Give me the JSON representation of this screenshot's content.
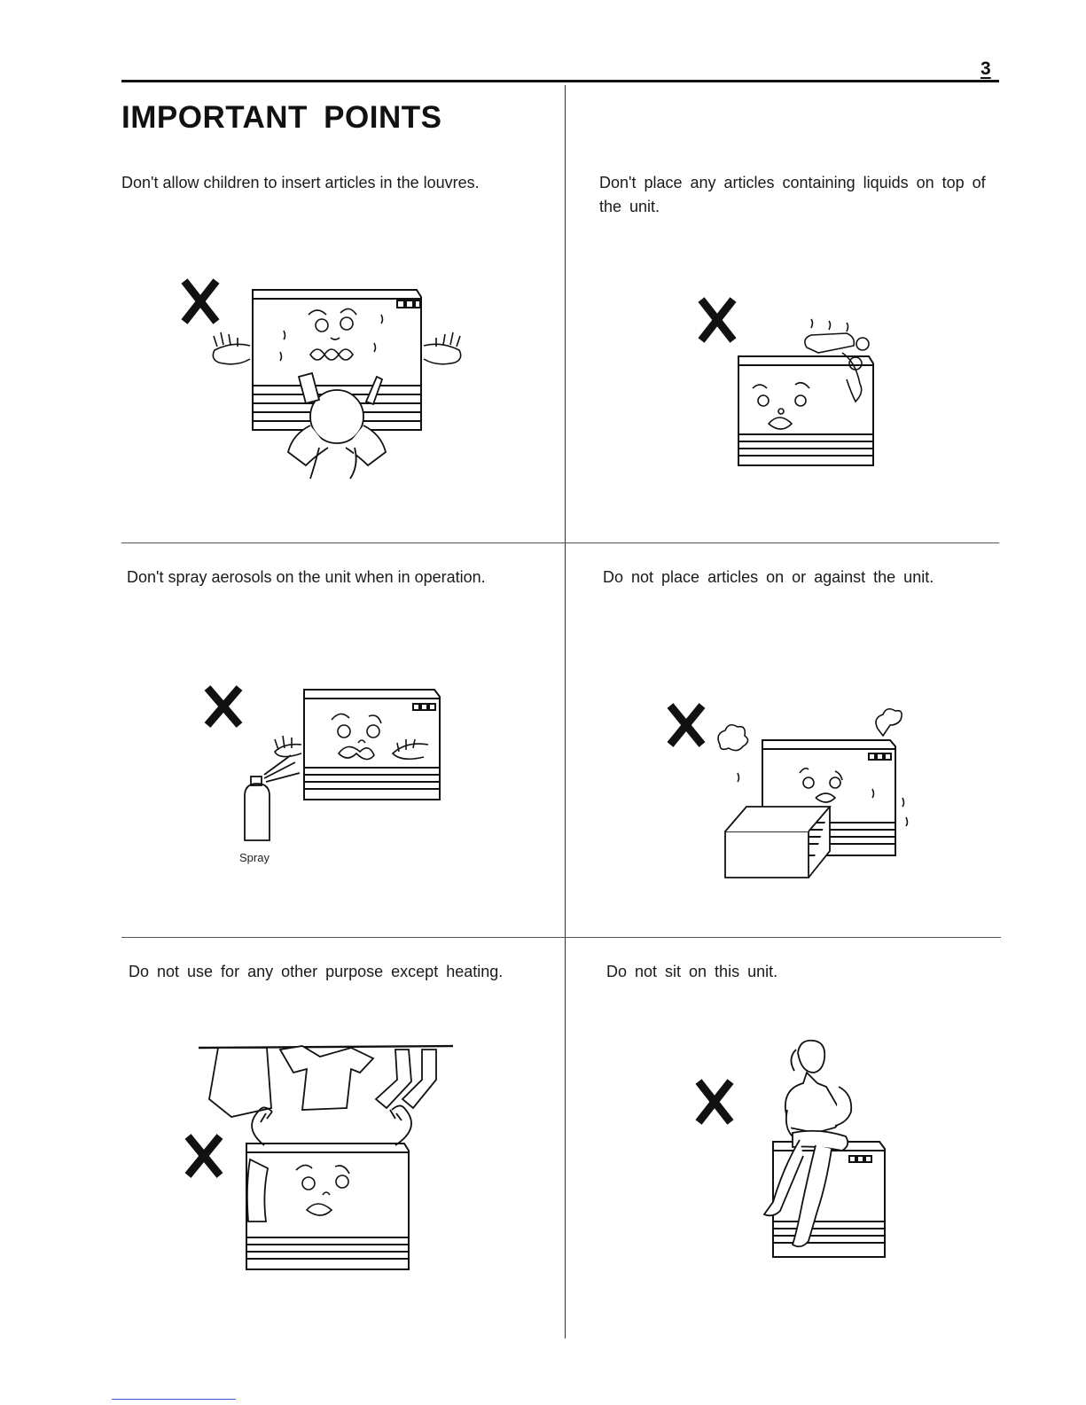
{
  "page": {
    "number": "3",
    "title": "IMPORTANT POINTS"
  },
  "points": [
    {
      "caption": "Don't allow children to insert articles in the louvres.",
      "icon": "x-mark-icon"
    },
    {
      "caption": "Don't place any articles containing liquids on top of the unit.",
      "icon": "x-mark-icon"
    },
    {
      "caption": "Don't spray aerosols on the unit when in operation.",
      "icon": "x-mark-icon",
      "label": "Spray"
    },
    {
      "caption": "Do not place articles on or against the unit.",
      "icon": "x-mark-icon"
    },
    {
      "caption": "Do not use for any other purpose except heating.",
      "icon": "x-mark-icon"
    },
    {
      "caption": "Do not sit on this unit.",
      "icon": "x-mark-icon"
    }
  ],
  "colors": {
    "ink": "#111111",
    "paper": "#ffffff"
  }
}
